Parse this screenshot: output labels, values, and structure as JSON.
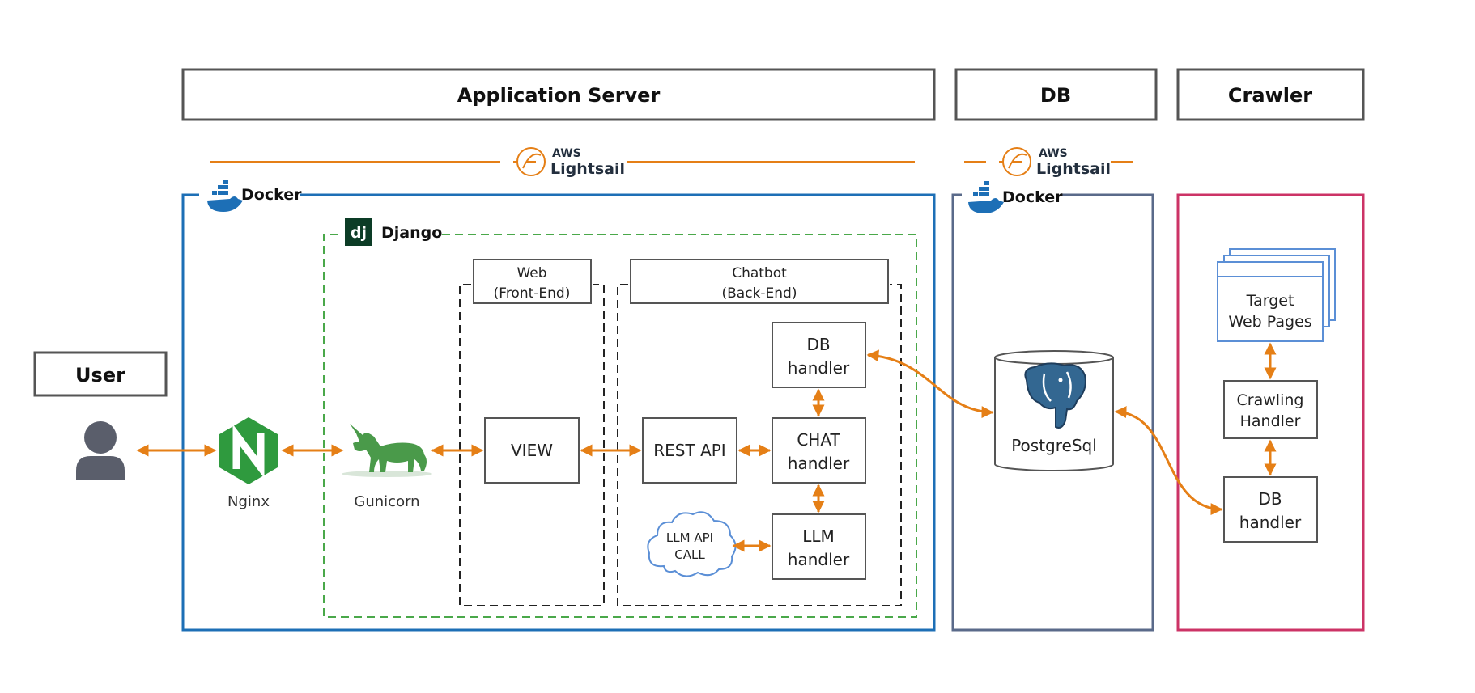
{
  "headers": {
    "app_server": "Application Server",
    "db": "DB",
    "crawler": "Crawler",
    "user": "User"
  },
  "aws": {
    "small": "AWS",
    "big": "Lightsail"
  },
  "docker_label": "Docker",
  "django_label": "Django",
  "django_logo_text": "dj",
  "web_box": {
    "line1": "Web",
    "line2": "(Front-End)"
  },
  "chatbot_box": {
    "line1": "Chatbot",
    "line2": "(Back-End)"
  },
  "components": {
    "nginx": "Nginx",
    "gunicorn": "Gunicorn",
    "view": "VIEW",
    "rest_api": "REST API",
    "db_handler": {
      "line1": "DB",
      "line2": "handler"
    },
    "chat_handler": {
      "line1": "CHAT",
      "line2": "handler"
    },
    "llm_handler": {
      "line1": "LLM",
      "line2": "handler"
    },
    "llm_api_call": {
      "line1": "LLM API",
      "line2": "CALL"
    },
    "postgres": "PostgreSql",
    "target_pages": {
      "line1": "Target",
      "line2": "Web Pages"
    },
    "crawling_handler": {
      "line1": "Crawling",
      "line2": "Handler"
    },
    "crawler_db_handler": {
      "line1": "DB",
      "line2": "handler"
    }
  },
  "colors": {
    "arrow": "#e57f16",
    "aws_orange": "#e57f16",
    "docker_blue": "#1d6fb6",
    "db_docker": "#5a6a8a",
    "crawler_pink": "#cc3366",
    "django_green": "#4aa84a",
    "box_gray": "#555555",
    "nginx_green": "#2f9a3e",
    "gunicorn_green": "#4a9a4a",
    "postgres_blue": "#336791",
    "web_pages_blue": "#5b8fd6"
  },
  "icons": {
    "user": "user-icon",
    "nginx": "nginx-icon",
    "gunicorn": "gunicorn-unicorn-icon",
    "postgres": "postgres-elephant-icon",
    "docker": "docker-whale-icon",
    "aws": "aws-lightsail-icon",
    "django": "django-logo-icon",
    "cloud": "cloud-icon",
    "pages": "web-pages-stack-icon"
  }
}
